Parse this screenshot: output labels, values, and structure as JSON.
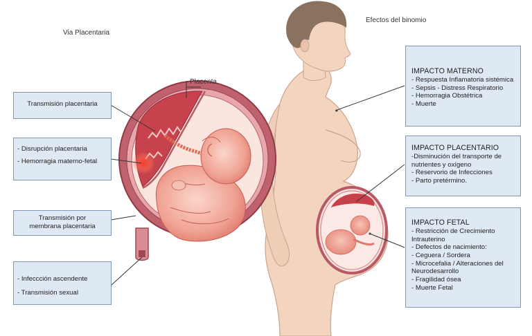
{
  "headings": {
    "via_placentaria": "Via Placentaria",
    "efectos": "Efectos del binomio",
    "placenta": "Placenta"
  },
  "left_boxes": {
    "transmision": "Transmisión placentaria",
    "disrupcion": "- Disrupción placentaria",
    "hemorragia": "- Hemorragia materno-fetal",
    "membrana_l1": "Transmisión por",
    "membrana_l2": "membrana  placentaria",
    "infeccion": "- Infeccción ascendente",
    "sexual": "- Transmisión sexual"
  },
  "materno": {
    "title": "IMPACTO MATERNO",
    "items": [
      "- Respuesta Inflamatoria sistémica",
      "- Sepsis - Distress Respiratorio",
      "- Hemorragia Obstétrica",
      "- Muerte"
    ]
  },
  "placentario": {
    "title": "IMPACTO PLACENTARIO",
    "items": [
      "-Disminución del transporte de",
      "nutrientes y oxígeno",
      "- Reservorio de Infecciones",
      "- Parto pretérmino."
    ]
  },
  "fetal": {
    "title": "IMPACTO FETAL",
    "items": [
      "- Restricción de Crecimiento",
      "Intrauterino",
      "- Defectos de nacimiento:",
      "- Ceguera / Sordera",
      "- Microcefalia / Alteraciones del",
      "Neurodesarrollo",
      "- Fragilidad ósea",
      "- Muerte Fetal"
    ]
  },
  "colors": {
    "box_fill": "#dfe9f4",
    "box_border": "#7f97b1",
    "uterus_wall": "#b85a66",
    "fetus": "#f4b5a8",
    "skin": "#f2d4bf",
    "hair": "#8a7260"
  }
}
